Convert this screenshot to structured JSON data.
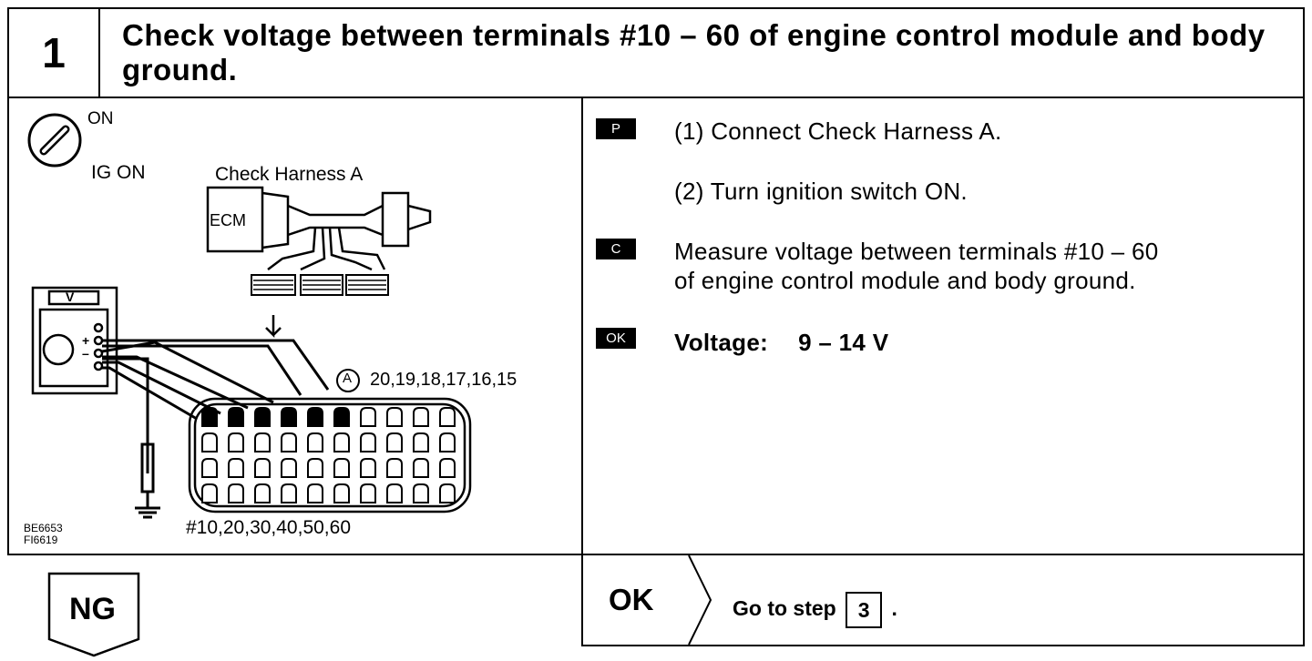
{
  "header": {
    "step_number": "1",
    "title": "Check voltage between terminals #10 – 60 of engine control module and body ground."
  },
  "figure": {
    "on_label": "ON",
    "ig_on_label": "IG ON",
    "harness_label": "Check Harness A",
    "ecm_label": "ECM",
    "meter_label": "V",
    "plus": "+",
    "minus": "–",
    "terminal_marker": "A",
    "top_terminals": "20,19,18,17,16,15",
    "bottom_terminals": "#10,20,30,40,50,60",
    "code1": "BE6653",
    "code2": "FI6619"
  },
  "instructions": {
    "p_badge": "P",
    "step1": "(1)  Connect Check Harness A.",
    "step2": "(2)  Turn ignition switch ON.",
    "c_badge": "C",
    "measure_line1": "Measure voltage between terminals #10  –  60",
    "measure_line2": "of engine control module and body ground.",
    "ok_badge": "OK",
    "voltage_label": "Voltage:",
    "voltage_value": "9 – 14 V"
  },
  "ok_result": {
    "label": "OK",
    "goto_text": "Go to step",
    "step": "3",
    "period": "."
  },
  "ng": {
    "label": "NG"
  }
}
